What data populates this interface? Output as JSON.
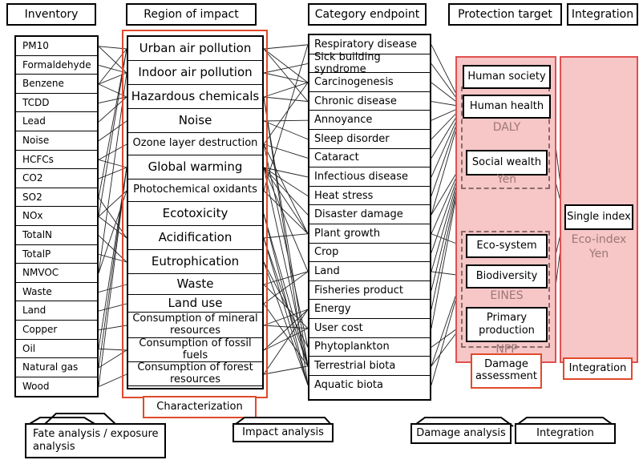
{
  "headers": {
    "inventory": "Inventory",
    "region": "Region of impact",
    "category": "Category endpoint",
    "protection": "Protection target",
    "integration": "Integration"
  },
  "inventory": [
    "PM10",
    "Formaldehyde",
    "Benzene",
    "TCDD",
    "Lead",
    "Noise",
    "HCFCs",
    "CO2",
    "SO2",
    "NOx",
    "TotalN",
    "TotalP",
    "NMVOC",
    "Waste",
    "Land",
    "Copper",
    "Oil",
    "Natural gas",
    "Wood"
  ],
  "regions": [
    "Urban air pollution",
    "Indoor air pollution",
    "Hazardous chemicals",
    "Noise",
    "Ozone layer destruction",
    "Global warming",
    "Photochemical oxidants",
    "Ecotoxicity",
    "Acidification",
    "Eutrophication",
    "Waste",
    "Land use",
    "Consumption of mineral resources",
    "Consumption of fossil fuels",
    "Consumption of forest resources"
  ],
  "categories": [
    "Respiratory disease",
    "Sick building syndrome",
    "Carcinogenesis",
    "Chronic disease",
    "Annoyance",
    "Sleep disorder",
    "Cataract",
    "Infectious disease",
    "Heat stress",
    "Disaster damage",
    "Plant growth",
    "Crop",
    "Land",
    "Fisheries product",
    "Energy",
    "User cost",
    "Phytoplankton",
    "Terrestrial biota",
    "Aquatic biota"
  ],
  "protection": {
    "human_society": "Human society",
    "human_health": "Human health",
    "daly": "DALY",
    "social_wealth": "Social wealth",
    "yen": "Yen",
    "ecosystem": "Eco-system",
    "biodiversity": "Biodiversity",
    "eines": "EINES",
    "primary_production": "Primary production",
    "npp": "NPP"
  },
  "integration_col": {
    "single_index": "Single index",
    "eco_index": "Eco-index",
    "yen": "Yen"
  },
  "labels": {
    "characterization": "Characterization",
    "damage_assessment": "Damage assessment",
    "integration": "Integration"
  },
  "bottom": {
    "fate": "Fate analysis / exposure analysis",
    "impact": "Impact analysis",
    "damage": "Damage analysis",
    "integration": "Integration"
  },
  "links": {
    "inventory_region": [
      [
        0,
        0
      ],
      [
        0,
        1
      ],
      [
        1,
        1
      ],
      [
        2,
        0
      ],
      [
        2,
        1
      ],
      [
        2,
        2
      ],
      [
        3,
        2
      ],
      [
        4,
        2
      ],
      [
        5,
        3
      ],
      [
        6,
        4
      ],
      [
        6,
        5
      ],
      [
        7,
        5
      ],
      [
        8,
        0
      ],
      [
        8,
        8
      ],
      [
        9,
        0
      ],
      [
        9,
        6
      ],
      [
        9,
        8
      ],
      [
        10,
        9
      ],
      [
        11,
        9
      ],
      [
        12,
        6
      ],
      [
        12,
        1
      ],
      [
        13,
        10
      ],
      [
        14,
        11
      ],
      [
        15,
        12
      ],
      [
        16,
        13
      ],
      [
        16,
        5
      ],
      [
        17,
        13
      ],
      [
        17,
        5
      ],
      [
        18,
        14
      ],
      [
        18,
        5
      ]
    ],
    "region_category": [
      [
        0,
        0
      ],
      [
        0,
        2
      ],
      [
        0,
        3
      ],
      [
        1,
        1
      ],
      [
        1,
        2
      ],
      [
        2,
        2
      ],
      [
        2,
        3
      ],
      [
        2,
        17
      ],
      [
        2,
        18
      ],
      [
        3,
        4
      ],
      [
        3,
        5
      ],
      [
        4,
        2
      ],
      [
        4,
        6
      ],
      [
        4,
        10
      ],
      [
        4,
        16
      ],
      [
        5,
        7
      ],
      [
        5,
        8
      ],
      [
        5,
        9
      ],
      [
        5,
        10
      ],
      [
        5,
        12
      ],
      [
        5,
        17
      ],
      [
        6,
        0
      ],
      [
        6,
        10
      ],
      [
        7,
        17
      ],
      [
        7,
        18
      ],
      [
        8,
        10
      ],
      [
        8,
        17
      ],
      [
        8,
        18
      ],
      [
        9,
        18
      ],
      [
        9,
        16
      ],
      [
        10,
        12
      ],
      [
        10,
        15
      ],
      [
        11,
        12
      ],
      [
        11,
        17
      ],
      [
        12,
        14
      ],
      [
        12,
        15
      ],
      [
        13,
        14
      ],
      [
        13,
        15
      ],
      [
        14,
        14
      ],
      [
        14,
        17
      ]
    ],
    "category_protection": [
      [
        0,
        1
      ],
      [
        1,
        1
      ],
      [
        2,
        1
      ],
      [
        3,
        1
      ],
      [
        4,
        1
      ],
      [
        5,
        1
      ],
      [
        6,
        1
      ],
      [
        7,
        1
      ],
      [
        8,
        1
      ],
      [
        9,
        1
      ],
      [
        9,
        2
      ],
      [
        10,
        2
      ],
      [
        11,
        2
      ],
      [
        12,
        2
      ],
      [
        13,
        2
      ],
      [
        14,
        2
      ],
      [
        15,
        2
      ],
      [
        10,
        3
      ],
      [
        16,
        5
      ],
      [
        17,
        4
      ],
      [
        18,
        4
      ],
      [
        17,
        5
      ],
      [
        12,
        4
      ]
    ]
  }
}
